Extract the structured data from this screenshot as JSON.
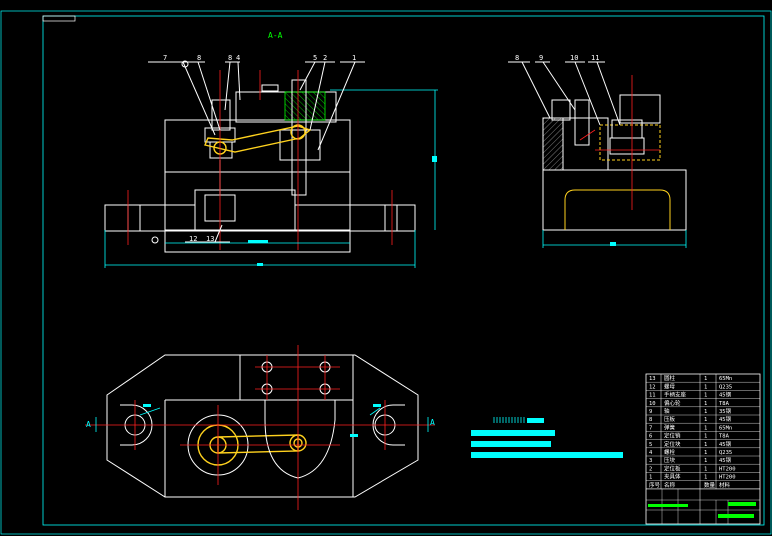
{
  "drawing": {
    "section_title": "A-A",
    "section_marker": "A",
    "front_callouts": [
      "7",
      "8",
      "8",
      "4",
      "5",
      "2",
      "1"
    ],
    "bottom_callouts": [
      "12",
      "13"
    ],
    "side_callouts": [
      "8",
      "9",
      "10",
      "11"
    ]
  },
  "bom": {
    "rows": [
      {
        "no": "13",
        "name": "圆柱",
        "qty": "1",
        "mat": "65Mn"
      },
      {
        "no": "12",
        "name": "螺母",
        "qty": "1",
        "mat": "Q235"
      },
      {
        "no": "11",
        "name": "手柄支座",
        "qty": "1",
        "mat": "45钢"
      },
      {
        "no": "10",
        "name": "偏心轮",
        "qty": "1",
        "mat": "T8A"
      },
      {
        "no": "9",
        "name": "轴",
        "qty": "1",
        "mat": "35钢"
      },
      {
        "no": "8",
        "name": "压板",
        "qty": "1",
        "mat": "45钢"
      },
      {
        "no": "7",
        "name": "弹簧",
        "qty": "1",
        "mat": "65Mn"
      },
      {
        "no": "6",
        "name": "定位销",
        "qty": "1",
        "mat": "T8A"
      },
      {
        "no": "5",
        "name": "定位块",
        "qty": "1",
        "mat": "45钢"
      },
      {
        "no": "4",
        "name": "螺栓",
        "qty": "1",
        "mat": "Q235"
      },
      {
        "no": "3",
        "name": "压块",
        "qty": "1",
        "mat": "45钢"
      },
      {
        "no": "2",
        "name": "定位板",
        "qty": "1",
        "mat": "HT200"
      },
      {
        "no": "1",
        "name": "夹具体",
        "qty": "1",
        "mat": "HT200"
      }
    ],
    "header": {
      "no": "序号",
      "name": "名称",
      "qty": "数量",
      "mat": "材料"
    }
  }
}
